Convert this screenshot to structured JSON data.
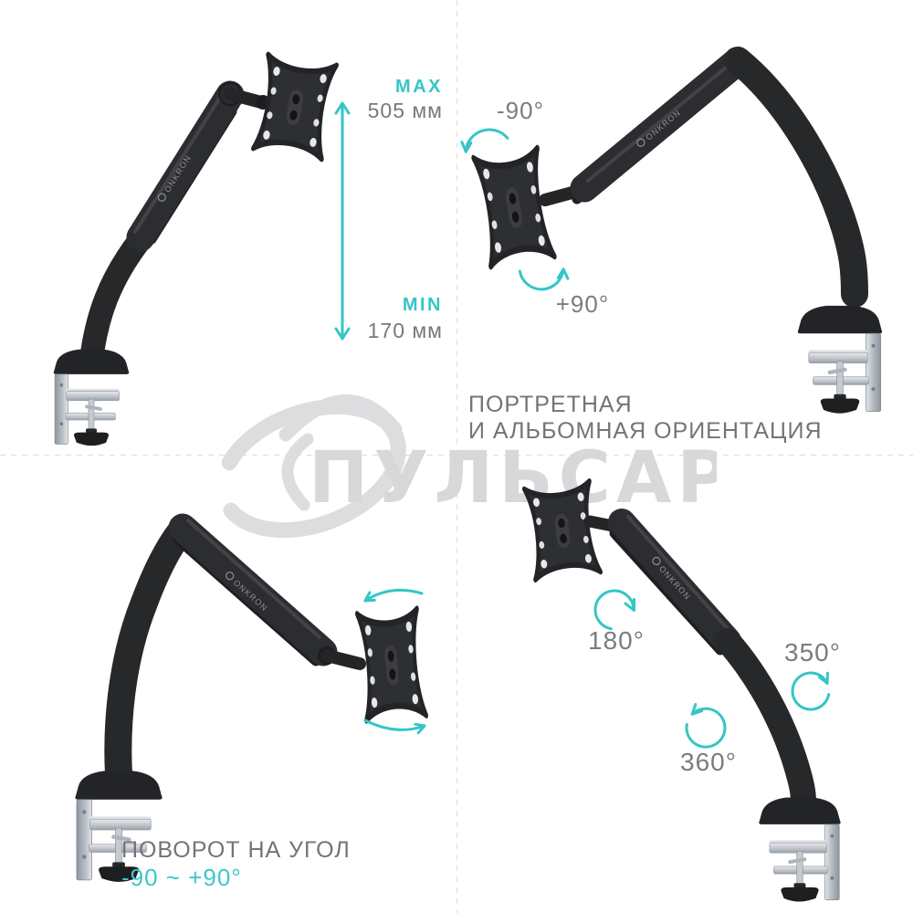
{
  "colors": {
    "accent_teal": "#35c5c6",
    "label_gray": "#77787c",
    "watermark_gray": "#d7d8da"
  },
  "watermark": {
    "logo_text": "ПУЛЬСАР"
  },
  "product": {
    "brand_label": "ONKRON"
  },
  "top_left": {
    "max_label": "MAX",
    "max_value": "505 мм",
    "min_label": "MIN",
    "min_value": "170 мм"
  },
  "top_right": {
    "rotate_ccw": "-90°",
    "rotate_cw": "+90°",
    "caption_line1": "ПОРТРЕТНАЯ",
    "caption_line2": "И АЛЬБОМНАЯ ОРИЕНТАЦИЯ"
  },
  "bottom_left": {
    "caption_line1": "ПОВОРОТ НА УГОЛ",
    "caption_line2": "-90 ~ +90°"
  },
  "bottom_right": {
    "rotation_tilt": "180°",
    "rotation_arm": "350°",
    "rotation_base": "360°"
  }
}
